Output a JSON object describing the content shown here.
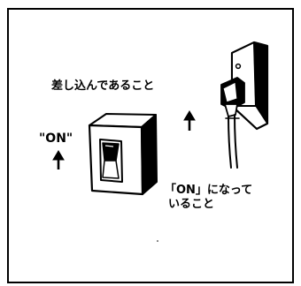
{
  "labels": {
    "plug_instruction": "差し込んであること",
    "switch_mark": "\"ON\"",
    "switch_instruction_line1": "「ON」になって",
    "switch_instruction_line2": "いること"
  },
  "icons": {
    "outlet": "wall-outlet-with-plug",
    "switch": "rocker-switch",
    "arrow": "up-arrow"
  }
}
